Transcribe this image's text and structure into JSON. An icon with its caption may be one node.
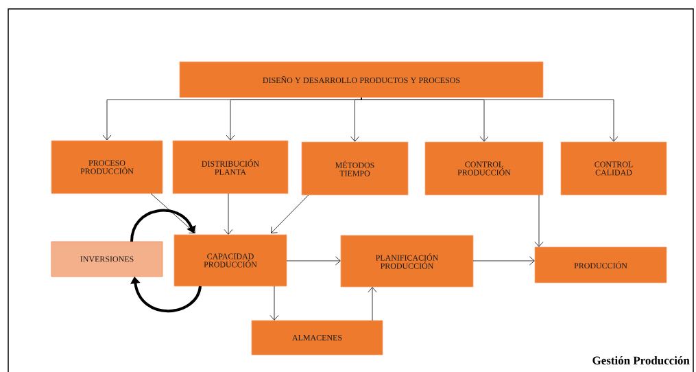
{
  "diagram": {
    "nodes": [
      {
        "text": [
          "DISEÑO Y DESARROLLO PRODUCTOS Y PROCESOS"
        ]
      },
      {
        "text": [
          "PROCESO PRODUCCIÓN"
        ]
      },
      {
        "text": [
          "DISTRIBUCIÓN PLANTA"
        ]
      },
      {
        "text": [
          "MÉTODOS TIEMPO"
        ]
      },
      {
        "text": [
          "CONTROL PRODUCCIÓN"
        ]
      },
      {
        "text": [
          "CONTROL CALIDAD"
        ]
      },
      {
        "text": [
          "INVERSIONES"
        ]
      },
      {
        "text": [
          "CAPACIDAD PRODUCCIÓN"
        ]
      },
      {
        "text": [
          "PLANIFICACIÓN PRODUCCIÓN"
        ]
      },
      {
        "text": [
          "PRODUCCIÓN"
        ]
      },
      {
        "text": [
          "ALMACENES"
        ]
      }
    ],
    "edges": [
      {
        "from": 0,
        "to": 1,
        "arrow": "to"
      },
      {
        "from": 0,
        "to": 2,
        "arrow": "to"
      },
      {
        "from": 0,
        "to": 3,
        "arrow": "to"
      },
      {
        "from": 0,
        "to": 4,
        "arrow": "to"
      },
      {
        "from": 0,
        "to": 5,
        "arrow": "to"
      },
      {
        "from": 1,
        "to": 7,
        "arrow": "to"
      },
      {
        "from": 2,
        "to": 7,
        "arrow": "to"
      },
      {
        "from": 3,
        "to": 7,
        "arrow": "to"
      },
      {
        "from": 6,
        "to": 7,
        "arrow": "to",
        "style": "thick"
      },
      {
        "from": 7,
        "to": 6,
        "arrow": "to",
        "style": "thick"
      },
      {
        "from": 7,
        "to": 8,
        "arrow": "to"
      },
      {
        "from": 7,
        "to": 10,
        "arrow": "to"
      },
      {
        "from": 10,
        "to": 8,
        "arrow": "to"
      },
      {
        "from": 4,
        "to": 9,
        "arrow": "to"
      },
      {
        "from": 8,
        "to": 9,
        "arrow": "to"
      }
    ],
    "labels": [
      "Gestión Producción"
    ]
  }
}
